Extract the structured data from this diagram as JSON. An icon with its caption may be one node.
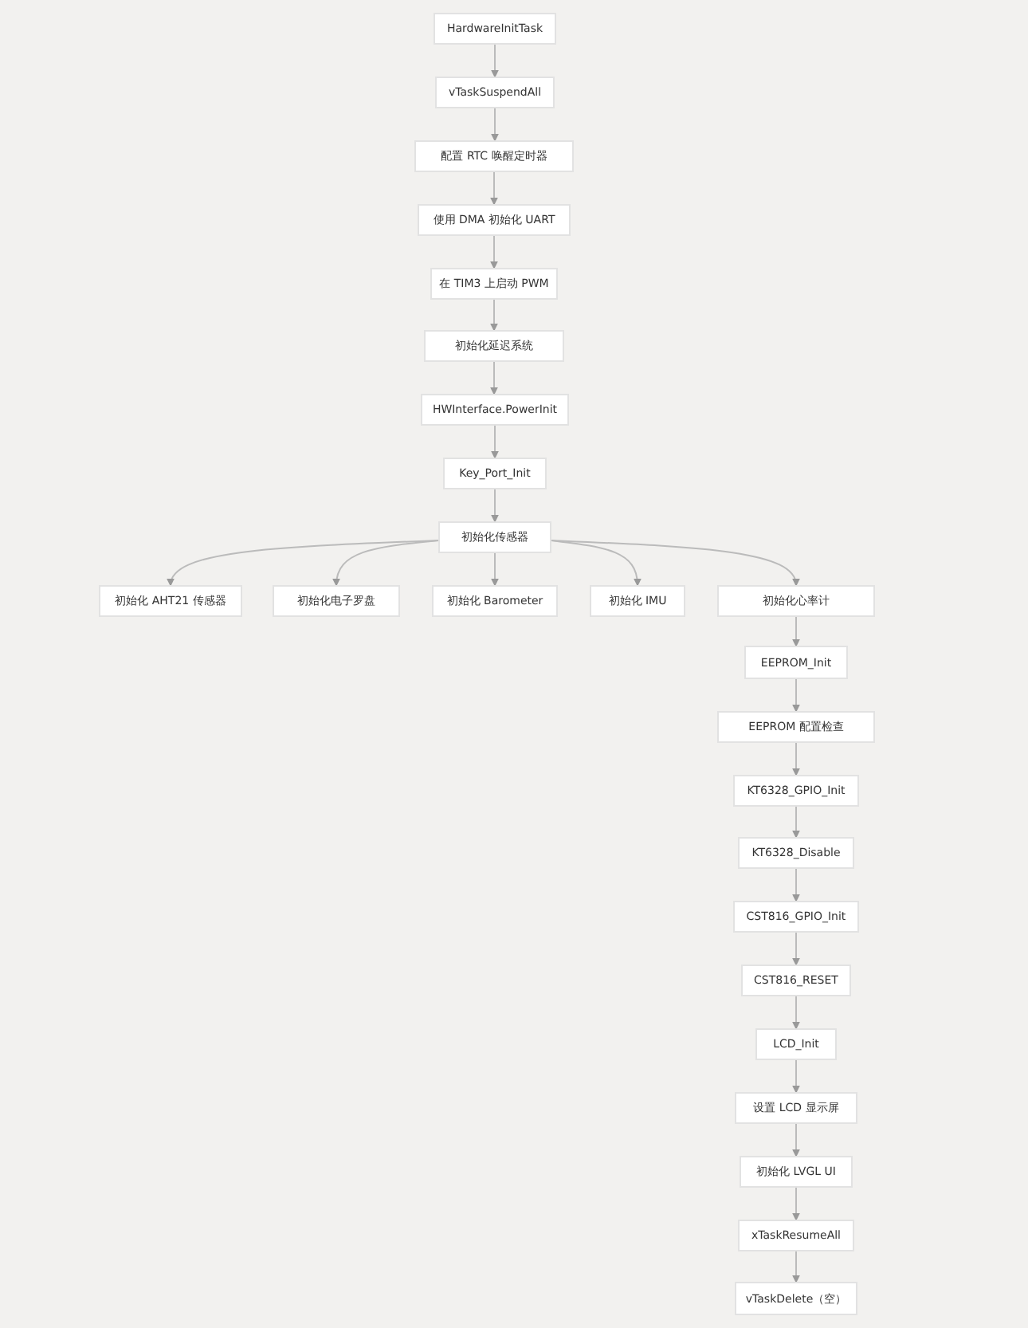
{
  "diagram": {
    "nodes": [
      {
        "text": [
          "HardwareInitTask"
        ]
      },
      {
        "text": [
          "vTaskSuspendAll"
        ]
      },
      {
        "text": [
          "配置 RTC 唤醒定时器"
        ]
      },
      {
        "text": [
          "使用 DMA 初始化 UART"
        ]
      },
      {
        "text": [
          "在 TIM3 上启动 PWM"
        ]
      },
      {
        "text": [
          "初始化延迟系统"
        ]
      },
      {
        "text": [
          "HWInterface.PowerInit"
        ]
      },
      {
        "text": [
          "Key_Port_Init"
        ]
      },
      {
        "text": [
          "初始化传感器"
        ]
      },
      {
        "text": [
          "初始化 AHT21 传感器"
        ]
      },
      {
        "text": [
          "初始化电子罗盘"
        ]
      },
      {
        "text": [
          "初始化 Barometer"
        ]
      },
      {
        "text": [
          "初始化 IMU"
        ]
      },
      {
        "text": [
          "初始化心率计"
        ]
      },
      {
        "text": [
          "EEPROM_Init"
        ]
      },
      {
        "text": [
          "EEPROM 配置检查"
        ]
      },
      {
        "text": [
          "KT6328_GPIO_Init"
        ]
      },
      {
        "text": [
          "KT6328_Disable"
        ]
      },
      {
        "text": [
          "CST816_GPIO_Init"
        ]
      },
      {
        "text": [
          "CST816_RESET"
        ]
      },
      {
        "text": [
          "LCD_Init"
        ]
      },
      {
        "text": [
          "设置 LCD 显示屏"
        ]
      },
      {
        "text": [
          "初始化 LVGL UI"
        ]
      },
      {
        "text": [
          "xTaskResumeAll"
        ]
      },
      {
        "text": [
          "vTaskDelete（空）"
        ]
      }
    ],
    "edges": [
      {
        "from": 0,
        "to": 1,
        "arrow": "to"
      },
      {
        "from": 1,
        "to": 2,
        "arrow": "to"
      },
      {
        "from": 2,
        "to": 3,
        "arrow": "to"
      },
      {
        "from": 3,
        "to": 4,
        "arrow": "to"
      },
      {
        "from": 4,
        "to": 5,
        "arrow": "to"
      },
      {
        "from": 5,
        "to": 6,
        "arrow": "to"
      },
      {
        "from": 6,
        "to": 7,
        "arrow": "to"
      },
      {
        "from": 7,
        "to": 8,
        "arrow": "to"
      },
      {
        "from": 8,
        "to": 9,
        "arrow": "to"
      },
      {
        "from": 8,
        "to": 10,
        "arrow": "to"
      },
      {
        "from": 8,
        "to": 11,
        "arrow": "to"
      },
      {
        "from": 8,
        "to": 12,
        "arrow": "to"
      },
      {
        "from": 8,
        "to": 13,
        "arrow": "to"
      },
      {
        "from": 13,
        "to": 14,
        "arrow": "to"
      },
      {
        "from": 14,
        "to": 15,
        "arrow": "to"
      },
      {
        "from": 15,
        "to": 16,
        "arrow": "to"
      },
      {
        "from": 16,
        "to": 17,
        "arrow": "to"
      },
      {
        "from": 17,
        "to": 18,
        "arrow": "to"
      },
      {
        "from": 18,
        "to": 19,
        "arrow": "to"
      },
      {
        "from": 19,
        "to": 20,
        "arrow": "to"
      },
      {
        "from": 20,
        "to": 21,
        "arrow": "to"
      },
      {
        "from": 21,
        "to": 22,
        "arrow": "to"
      },
      {
        "from": 22,
        "to": 23,
        "arrow": "to"
      },
      {
        "from": 23,
        "to": 24,
        "arrow": "to"
      }
    ]
  }
}
